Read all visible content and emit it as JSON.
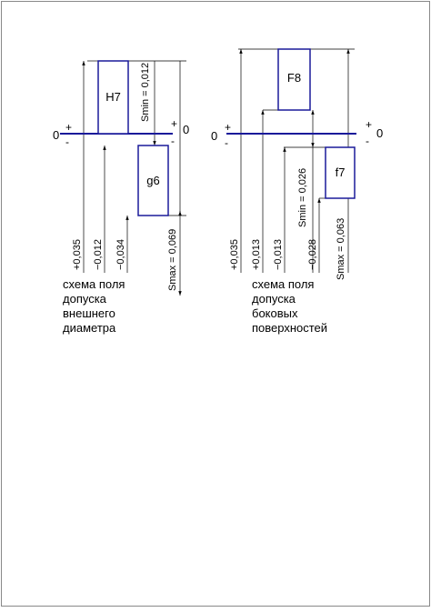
{
  "left_diagram": {
    "zero_left": "0",
    "zero_right": "0",
    "plus_left": "+",
    "minus_left": "-",
    "plus_right": "+",
    "minus_right": "-",
    "hole_label": "H7",
    "shaft_label": "g6",
    "smin_label": "Smin = 0,012",
    "smax_label": "Smax = 0,069",
    "dims": [
      "+0,035",
      "−0,012",
      "−0,034"
    ],
    "caption": [
      "схема поля",
      "допуска",
      "внешнего",
      "диаметра"
    ]
  },
  "right_diagram": {
    "zero_left": "0",
    "zero_right": "0",
    "plus_left": "+",
    "minus_left": "-",
    "plus_right": "+",
    "minus_right": "-",
    "hole_label": "F8",
    "shaft_label": "f7",
    "smin_label": "Smin = 0,026",
    "smax_label": "Smax = 0,063",
    "dims": [
      "+0,035",
      "+0,013",
      "−0,013",
      "−0,028"
    ],
    "caption": [
      "схема поля",
      "допуска",
      "боковых",
      "поверхностей"
    ]
  },
  "colors": {
    "zero_line": "#1a1a9a",
    "zone_border": "#1a1a9a",
    "lines": "#000000"
  }
}
